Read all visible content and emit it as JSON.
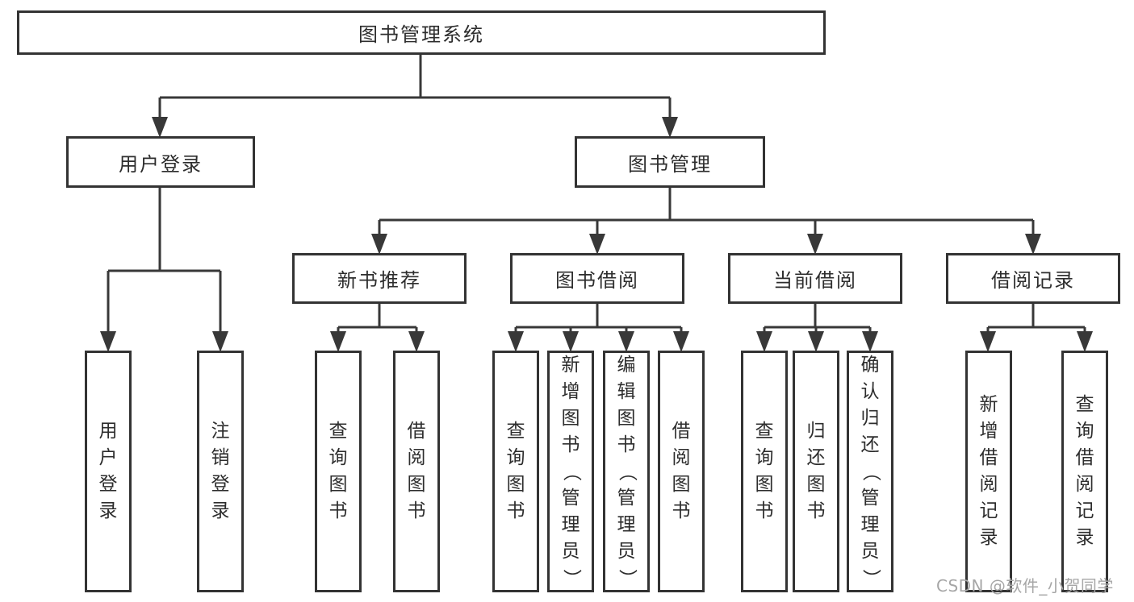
{
  "colors": {
    "border": "#333333",
    "line": "#383838",
    "text": "#2d2d2d",
    "watermark": "#a6a6a6"
  },
  "watermark": "CSDN @软件_小贺同学",
  "tree": {
    "root": {
      "label": "图书管理系统",
      "children": [
        {
          "label": "用户登录",
          "children": [
            {
              "label": "用户登录"
            },
            {
              "label": "注销登录"
            }
          ]
        },
        {
          "label": "图书管理",
          "children": [
            {
              "label": "新书推荐",
              "children": [
                {
                  "label": "查询图书"
                },
                {
                  "label": "借阅图书"
                }
              ]
            },
            {
              "label": "图书借阅",
              "children": [
                {
                  "label": "查询图书"
                },
                {
                  "label": "新增图书（管理员）"
                },
                {
                  "label": "编辑图书（管理员）"
                },
                {
                  "label": "借阅图书"
                }
              ]
            },
            {
              "label": "当前借阅",
              "children": [
                {
                  "label": "查询图书"
                },
                {
                  "label": "归还图书"
                },
                {
                  "label": "确认归还（管理员）"
                }
              ]
            },
            {
              "label": "借阅记录",
              "children": [
                {
                  "label": "新增借阅记录"
                },
                {
                  "label": "查询借阅记录"
                }
              ]
            }
          ]
        }
      ]
    }
  }
}
